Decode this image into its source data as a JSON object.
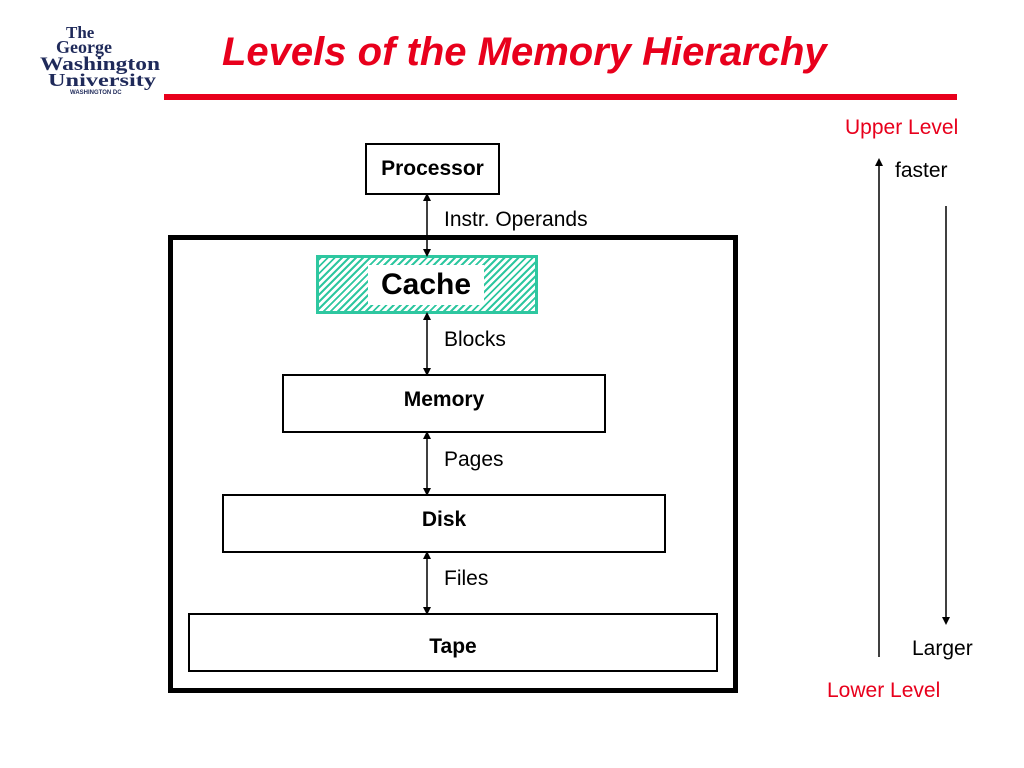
{
  "title": "Levels of the Memory Hierarchy",
  "logo": {
    "line1": "The",
    "line2": "George",
    "line3": "Washington",
    "line4": "University",
    "line5": "WASHINGTON DC"
  },
  "levels": {
    "processor": "Processor",
    "cache": "Cache",
    "memory": "Memory",
    "disk": "Disk",
    "tape": "Tape"
  },
  "transfers": {
    "processor_cache": "Instr. Operands",
    "cache_memory": "Blocks",
    "memory_disk": "Pages",
    "disk_tape": "Files"
  },
  "side": {
    "upper_level": "Upper Level",
    "faster": "faster",
    "larger": "Larger",
    "lower_level": "Lower Level"
  },
  "colors": {
    "title": "#e8001c",
    "cache_hatch": "#2ec7a0",
    "logo": "#1f2a5a"
  }
}
